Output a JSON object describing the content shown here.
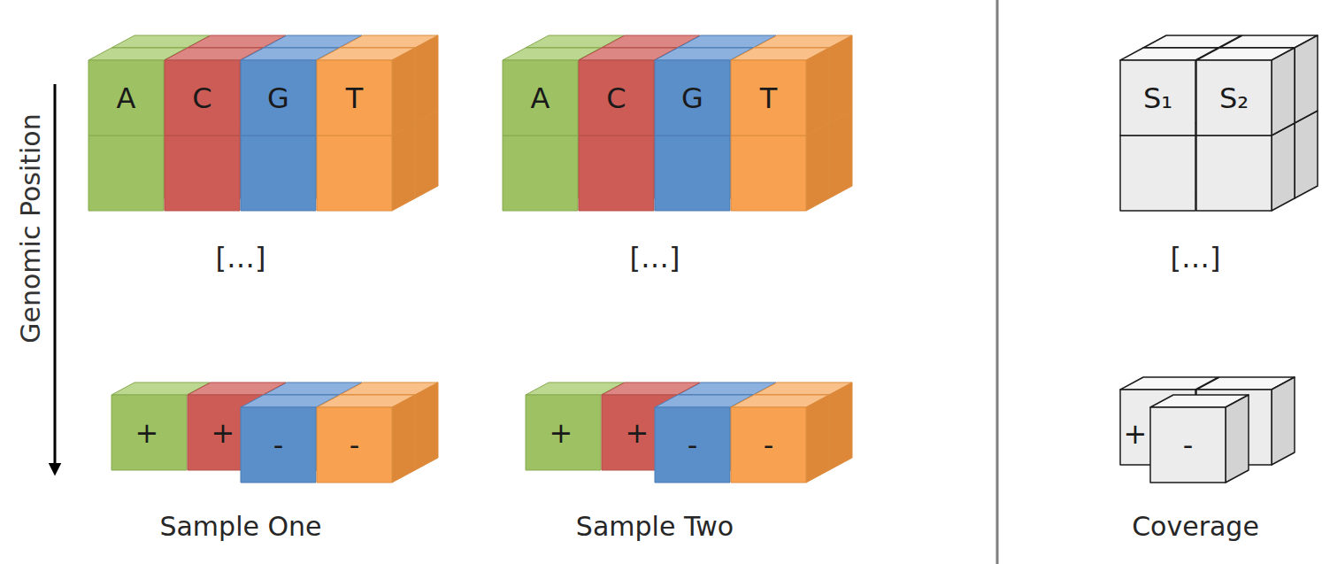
{
  "diagram": {
    "nodes": [
      {
        "text": [
          "A"
        ]
      },
      {
        "text": [
          "C"
        ]
      },
      {
        "text": [
          "G"
        ]
      },
      {
        "text": [
          "T"
        ]
      },
      {
        "text": [
          "+"
        ]
      },
      {
        "text": [
          "+"
        ]
      },
      {
        "text": [
          "-"
        ]
      },
      {
        "text": [
          "-"
        ]
      },
      {
        "text": [
          "A"
        ]
      },
      {
        "text": [
          "C"
        ]
      },
      {
        "text": [
          "G"
        ]
      },
      {
        "text": [
          "T"
        ]
      },
      {
        "text": [
          "+"
        ]
      },
      {
        "text": [
          "+"
        ]
      },
      {
        "text": [
          "-"
        ]
      },
      {
        "text": [
          "-"
        ]
      },
      {
        "text": [
          "S₁"
        ]
      },
      {
        "text": [
          "S₂"
        ]
      },
      {
        "text": [
          "+"
        ]
      },
      {
        "text": [
          "-"
        ]
      }
    ],
    "labels": [
      "Genomic Position",
      "[…]",
      "[…]",
      "[…]",
      "Sample One",
      "Sample Two",
      "Coverage"
    ]
  }
}
